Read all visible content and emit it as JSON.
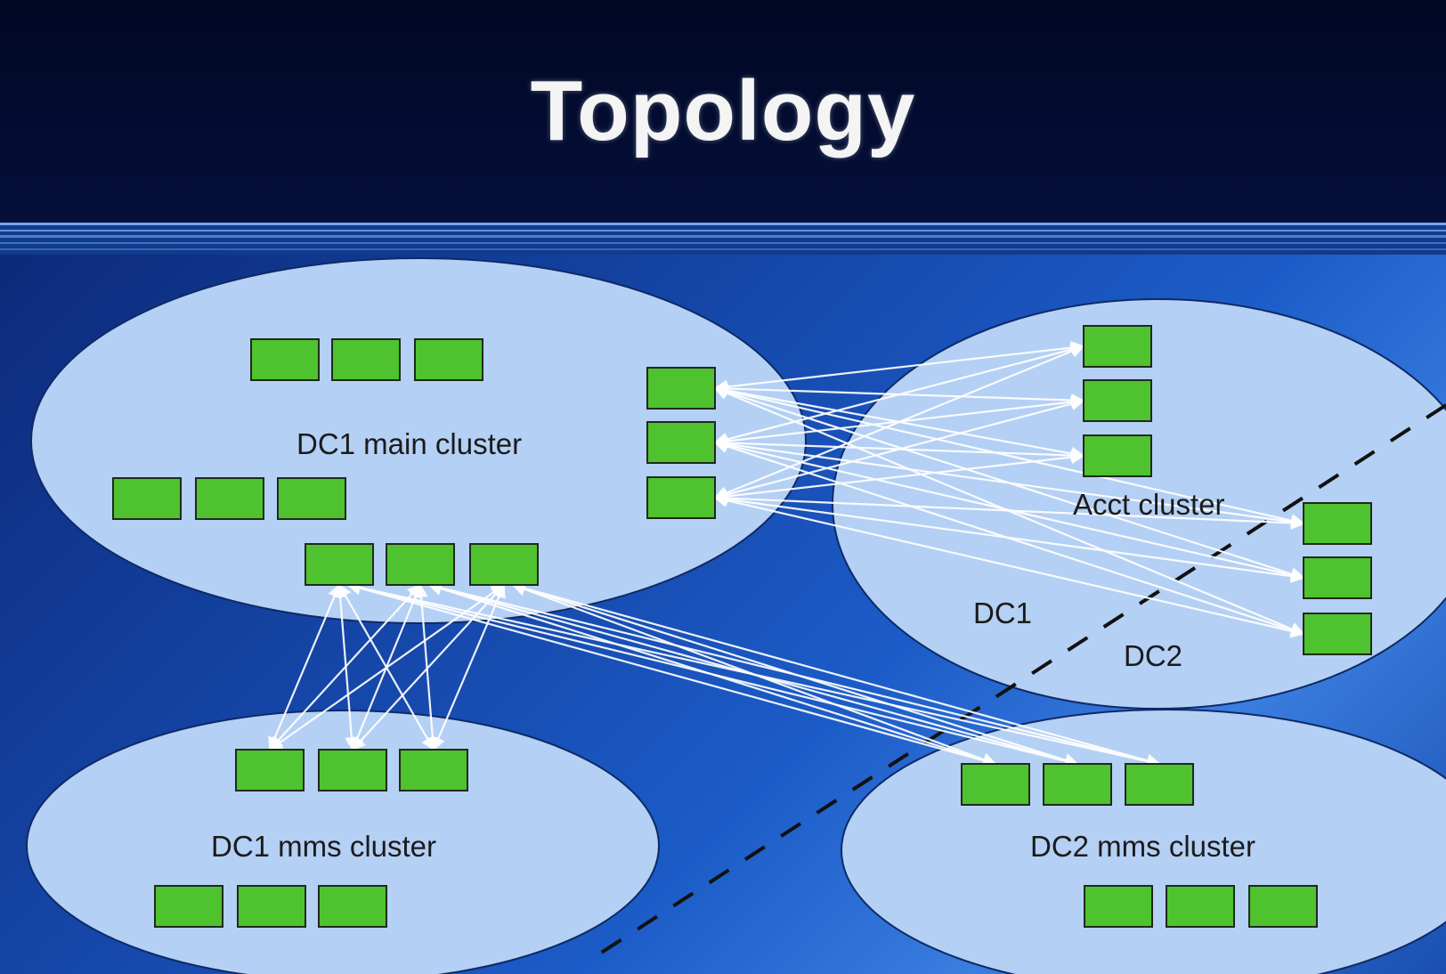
{
  "slide": {
    "title": "Topology"
  },
  "clusters": {
    "dc1_main": "DC1 main cluster",
    "acct": "Acct cluster",
    "dc1_mms": "DC1 mms cluster",
    "dc2_mms": "DC2 mms cluster"
  },
  "zones": {
    "dc1": "DC1",
    "dc2": "DC2"
  },
  "colors": {
    "title_background": "#030a2e",
    "content_background": "#1546a8",
    "cluster_fill": "#b4d0f4",
    "node_fill": "#4ec22f",
    "link_color": "#ffffff"
  }
}
